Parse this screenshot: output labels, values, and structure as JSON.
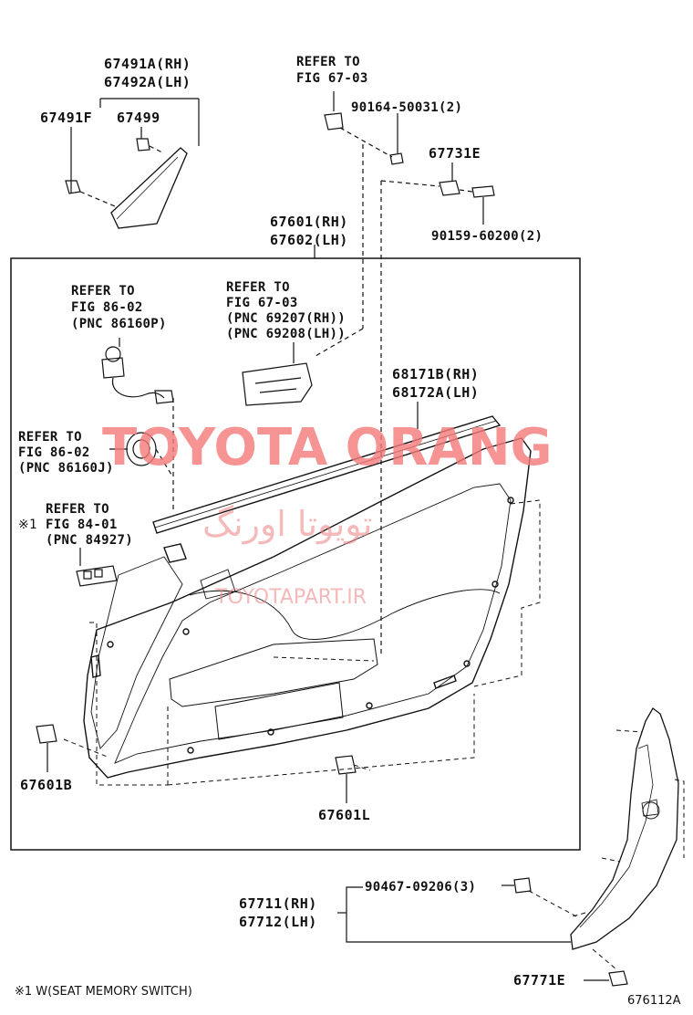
{
  "parts": {
    "p67491A": "67491A(RH)",
    "p67492A": "67492A(LH)",
    "p67491F": "67491F",
    "p67499": "67499",
    "refer_6703_a": "REFER TO",
    "refer_6703_b": "FIG 67-03",
    "p90164": "90164-50031(2)",
    "p67731E": "67731E",
    "p90159": "90159-60200(2)",
    "p67601": "67601(RH)",
    "p67602": "67602(LH)",
    "refer_8602a_1": "REFER TO",
    "refer_8602a_2": "FIG 86-02",
    "refer_8602a_3": "(PNC 86160P)",
    "refer_6703b_1": "REFER TO",
    "refer_6703b_2": "FIG 67-03",
    "refer_6703b_3": "(PNC 69207(RH))",
    "refer_6703b_4": "(PNC 69208(LH))",
    "p68171B": "68171B(RH)",
    "p68172A": "68172A(LH)",
    "refer_8602b_1": "REFER TO",
    "refer_8602b_2": "FIG 86-02",
    "refer_8602b_3": "(PNC 86160J)",
    "refer_8401_1": "REFER TO",
    "refer_8401_mark": "※1",
    "refer_8401_2": "FIG 84-01",
    "refer_8401_3": "(PNC 84927)",
    "p67601B": "67601B",
    "p67601L": "67601L",
    "p90467": "90467-09206(3)",
    "p67711": "67711(RH)",
    "p67712": "67712(LH)",
    "p67771E": "67771E"
  },
  "footnote": "※1 W(SEAT MEMORY SWITCH)",
  "diagram_id": "676112A",
  "watermark": {
    "main": "TOYOTA ORANG",
    "arabic": "تویوتا اورنگ",
    "url": "TOYOTAPART.IR"
  }
}
